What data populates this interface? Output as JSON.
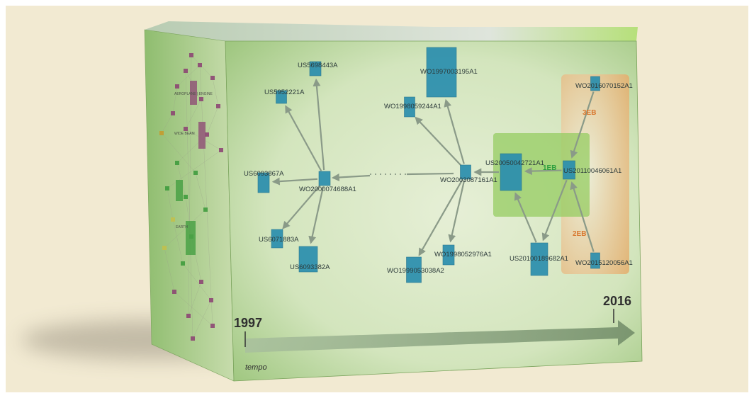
{
  "timeline": {
    "start_year": "1997",
    "end_year": "2016",
    "axis_label": "tempo"
  },
  "patents": [
    {
      "id": "us5952221",
      "label": "US5952221A"
    },
    {
      "id": "us5698443",
      "label": "US5698443A"
    },
    {
      "id": "us6093867",
      "label": "US6093867A"
    },
    {
      "id": "wo2000074688",
      "label": "WO2000074688A1"
    },
    {
      "id": "us6071883",
      "label": "US6071883A"
    },
    {
      "id": "us6093382",
      "label": "US6093382A"
    },
    {
      "id": "wo1997003195",
      "label": "WO1997003195A1"
    },
    {
      "id": "wo1998059244",
      "label": "WO1998059244A1"
    },
    {
      "id": "wo2003087161",
      "label": "WO2003087161A1"
    },
    {
      "id": "wo1999053038",
      "label": "WO1999053038A2"
    },
    {
      "id": "wo1998052976",
      "label": "WO1998052976A1"
    },
    {
      "id": "us20050042721",
      "label": "US20050042721A1"
    },
    {
      "id": "us20100189682",
      "label": "US20100189682A1"
    },
    {
      "id": "us20110046061",
      "label": "US20110046061A1"
    },
    {
      "id": "wo2016070152",
      "label": "WO2016070152A1"
    },
    {
      "id": "wo2015120056",
      "label": "WO2015120056A1"
    }
  ],
  "regions": {
    "green": {
      "label": "1EB",
      "color": "#8ec95a"
    },
    "orange_top": {
      "label": "3EB",
      "color": "#e8a35a"
    },
    "orange_bottom": {
      "label": "2EB",
      "color": "#e8a35a"
    }
  },
  "side_panel_labels": [
    "AEROPLANE | ENGINE",
    "WIDE BEAM",
    "EARTH"
  ],
  "colors": {
    "box_face": "#cfe3b5",
    "box_top": "#dbe4d8",
    "node": "#2c8fae",
    "arrow": "#8a9a88",
    "timeline_arrow": "#7d9474",
    "background": "#f2ead2"
  }
}
